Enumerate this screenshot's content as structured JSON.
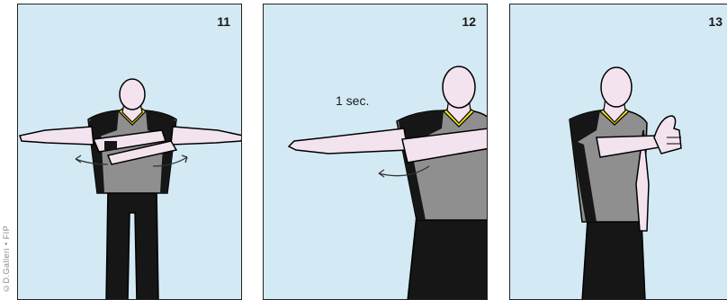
{
  "credit": "©D.Galleri • FIP",
  "panels": [
    {
      "number": "11",
      "note": ""
    },
    {
      "number": "12",
      "note": "1 sec."
    },
    {
      "number": "13",
      "note": ""
    }
  ],
  "colors": {
    "background": "#d3eaf4",
    "skin": "#f3e3ef",
    "shirt_grey": "#8f8f8f",
    "black": "#161616",
    "collar": "#f0de20"
  }
}
